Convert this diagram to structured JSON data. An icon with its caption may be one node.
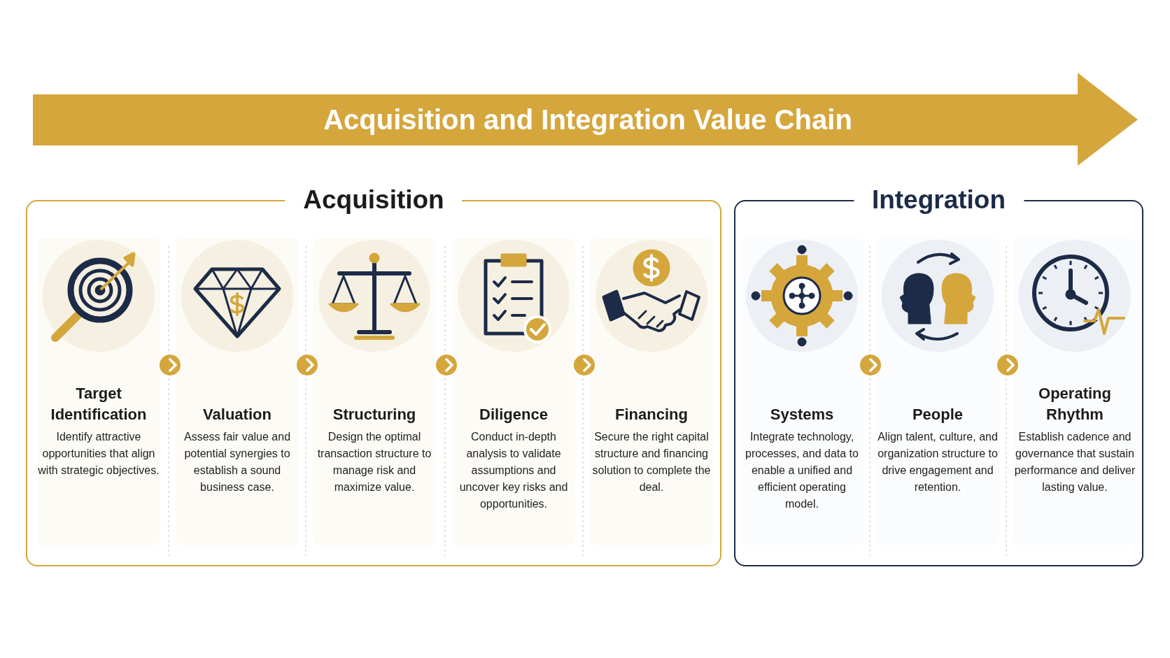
{
  "diagram": {
    "title": "Acquisition and Integration Value Chain",
    "nodes": [
      {
        "text": [
          "Acquisition"
        ]
      },
      {
        "text": [
          "Target Identification",
          "Identify attractive opportunities that align with strategic objectives."
        ],
        "in": 0
      },
      {
        "text": [
          "Valuation",
          "Assess fair value and potential synergies to establish a sound business case."
        ],
        "in": 0
      },
      {
        "text": [
          "Structuring",
          "Design the optimal transaction structure to manage risk and maximize value."
        ],
        "in": 0
      },
      {
        "text": [
          "Diligence",
          "Conduct in-depth analysis to validate assumptions and uncover key risks and opportunities."
        ],
        "in": 0
      },
      {
        "text": [
          "Financing",
          "Secure the right capital structure and financing solution to complete the deal."
        ],
        "in": 0
      },
      {
        "text": [
          "Integration"
        ]
      },
      {
        "text": [
          "Systems",
          "Integrate technology, processes, and data to enable a unified and efficient operating model."
        ],
        "in": 6
      },
      {
        "text": [
          "People",
          "Align talent, culture, and organization structure to drive engagement and retention."
        ],
        "in": 6
      },
      {
        "text": [
          "Operating Rhythm",
          "Establish cadence and governance that sustain performance and deliver lasting value."
        ],
        "in": 6
      }
    ],
    "edges": [
      {
        "from": 1,
        "to": 2,
        "arrow": "to"
      },
      {
        "from": 2,
        "to": 3,
        "arrow": "to"
      },
      {
        "from": 3,
        "to": 4,
        "arrow": "to"
      },
      {
        "from": 4,
        "to": 5,
        "arrow": "to"
      },
      {
        "from": 7,
        "to": 8,
        "arrow": "to"
      },
      {
        "from": 8,
        "to": 9,
        "arrow": "to"
      }
    ]
  }
}
